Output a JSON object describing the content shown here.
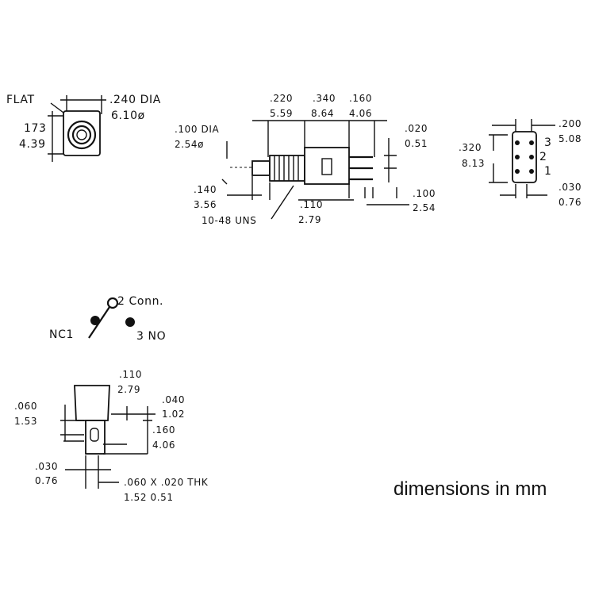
{
  "front_view": {
    "flat_label": "FLAT",
    "dia_in": ".240 DIA",
    "dia_mm": "6.10ø",
    "height_in": "173",
    "height_mm": "4.39"
  },
  "side_view": {
    "bushing_dia_in": ".100 DIA",
    "bushing_dia_mm": "2.54ø",
    "dim1_in": ".220",
    "dim1_mm": "5.59",
    "dim2_in": ".340",
    "dim2_mm": "8.64",
    "dim3_in": ".160",
    "dim3_mm": "4.06",
    "pin_in": ".020",
    "pin_mm": "0.51",
    "stem_in": ".140",
    "stem_mm": "3.56",
    "thread": "10-48 UNS",
    "body_in": ".110",
    "body_mm": "2.79",
    "pitch_in": ".100",
    "pitch_mm": "2.54"
  },
  "end_view": {
    "width_in": ".320",
    "width_mm": "8.13",
    "spacing_in": ".200",
    "spacing_mm": "5.08",
    "pin_in": ".030",
    "pin_mm": "0.76",
    "terminal_3": "3",
    "terminal_2": "2",
    "terminal_1": "1"
  },
  "schematic": {
    "common_label": "2 Conn.",
    "nc_label": "NC1",
    "no_label": "3 NO"
  },
  "terminal_detail": {
    "top_in": ".110",
    "top_mm": "2.79",
    "left_in": ".060",
    "left_mm": "1.53",
    "right_in": ".040",
    "right_mm": "1.02",
    "height_in": ".160",
    "height_mm": "4.06",
    "bottom_in": ".030",
    "bottom_mm": "0.76",
    "thk_in": ".060 X .020 THK",
    "thk_mm": "1.52     0.51"
  },
  "footer": {
    "units_note": "dimensions in mm"
  }
}
